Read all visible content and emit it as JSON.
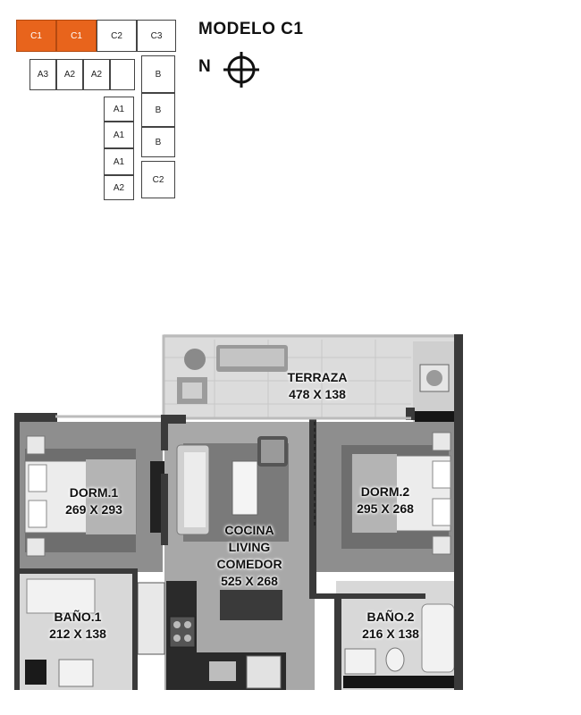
{
  "keyplan": {
    "units": [
      {
        "label": "C1",
        "selected": true
      },
      {
        "label": "C1",
        "selected": true
      },
      {
        "label": "C2",
        "selected": false
      },
      {
        "label": "C3",
        "selected": false
      },
      {
        "label": "A3",
        "selected": false
      },
      {
        "label": "A2",
        "selected": false
      },
      {
        "label": "A2",
        "selected": false
      },
      {
        "label": "B",
        "selected": false
      },
      {
        "label": "A1",
        "selected": false
      },
      {
        "label": "B",
        "selected": false
      },
      {
        "label": "A1",
        "selected": false
      },
      {
        "label": "B",
        "selected": false
      },
      {
        "label": "A1",
        "selected": false
      },
      {
        "label": "A2",
        "selected": false
      },
      {
        "label": "C2",
        "selected": false
      }
    ],
    "selected_color": "#e8641c"
  },
  "header": {
    "title": "MODELO C1",
    "north_label": "N"
  },
  "rooms": {
    "terraza": {
      "name": "TERRAZA",
      "dims": "478 X 138"
    },
    "dorm1": {
      "name": "DORM.1",
      "dims": "269 X 293"
    },
    "dorm2": {
      "name": "DORM.2",
      "dims": "295 X 268"
    },
    "cocina": {
      "line1": "COCINA",
      "line2": "LIVING",
      "line3": "COMEDOR",
      "dims": "525 X 268"
    },
    "bano1": {
      "name": "BAÑO.1",
      "dims": "212 X 138"
    },
    "bano2": {
      "name": "BAÑO.2",
      "dims": "216 X 138"
    }
  }
}
